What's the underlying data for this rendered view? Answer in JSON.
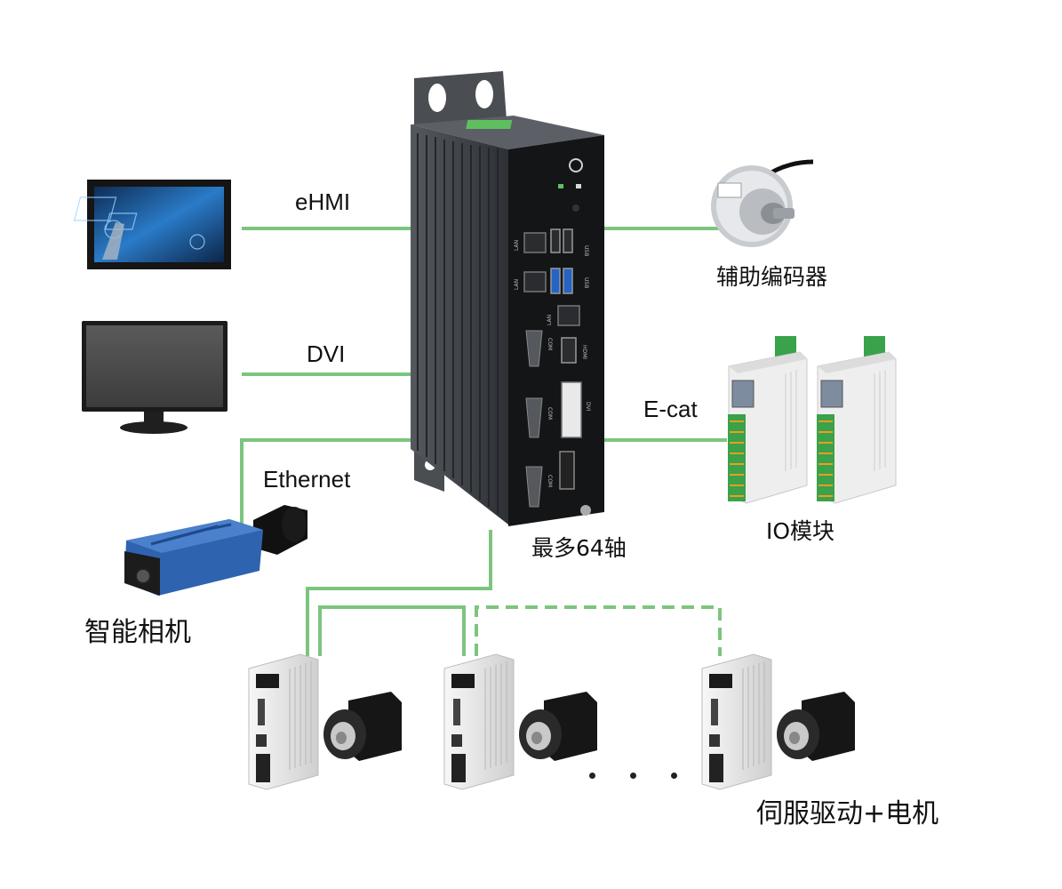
{
  "labels": {
    "ehmi": "eHMI",
    "dvi": "DVI",
    "ethernet": "Ethernet",
    "ecat": "E-cat",
    "encoder": "辅助编码器",
    "io_module": "IO模块",
    "axes": "最多64轴",
    "camera": "智能相机",
    "servo": "伺服驱动+电机"
  },
  "device_port_labels": {
    "lan": "LAN",
    "usb": "USB",
    "com": "COM",
    "hdmi": "HDMI",
    "dvi": "DVI"
  },
  "colors": {
    "connector_line": "#7cc57e",
    "chassis": "#3a3d42",
    "chassis_dark": "#1d1f22",
    "panel": "#121315",
    "monitor_bezel": "#1b1b1b",
    "screen_blue": "#1f6fb3",
    "camera_blue": "#2e63b0",
    "io_module_body": "#eeeeee",
    "io_terminal_green": "#3aa24a",
    "drive_body": "#e9e9e9",
    "motor_black": "#161616"
  },
  "icons": [
    "industrial-pc-icon",
    "touch-hmi-icon",
    "dvi-monitor-icon",
    "smart-camera-icon",
    "rotary-encoder-icon",
    "io-module-icon",
    "servo-drive-icon",
    "servo-motor-icon"
  ]
}
